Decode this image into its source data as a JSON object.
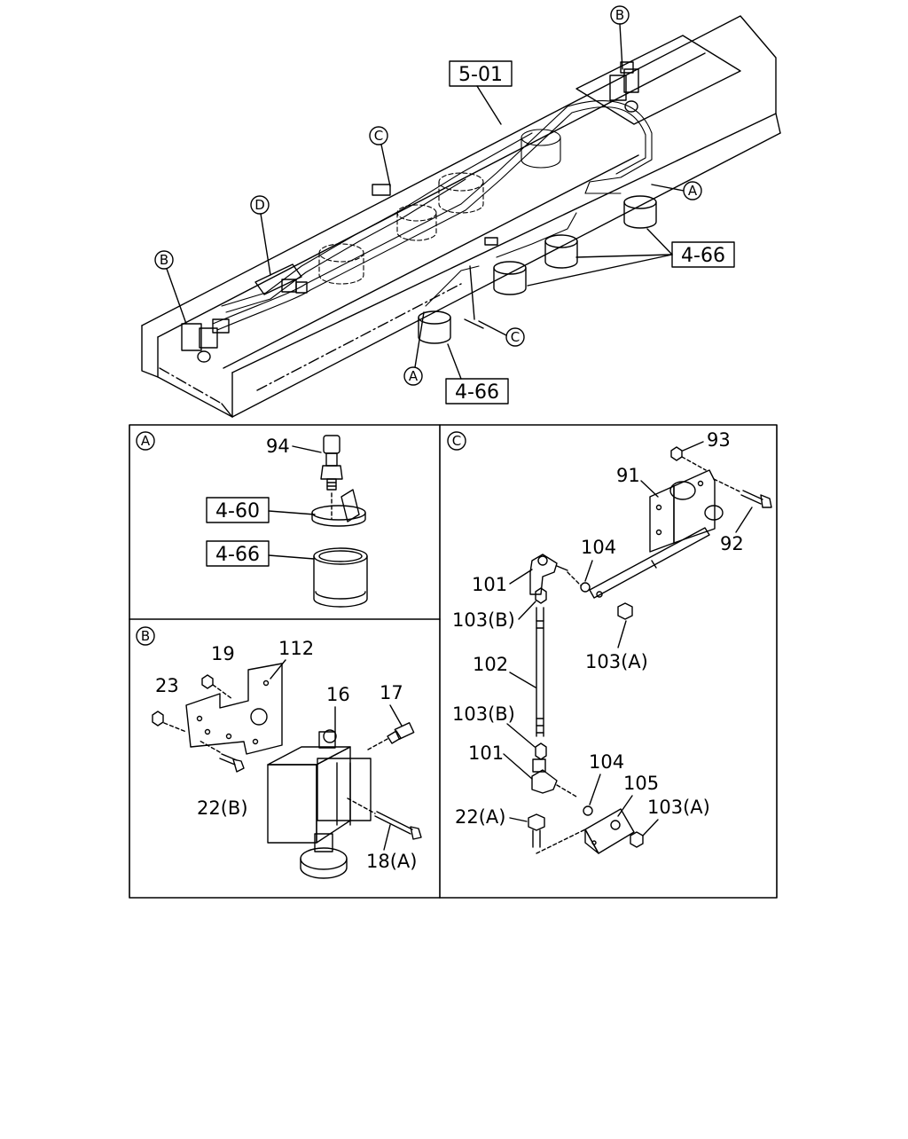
{
  "overview": {
    "ref_5_01": "5-01",
    "ref_4_66_right": "4-66",
    "ref_4_66_bottom": "4-66",
    "callout_b_top": "B",
    "callout_c_top": "C",
    "callout_d": "D",
    "callout_b_left": "B",
    "callout_a_right": "A",
    "callout_c_bottom": "C",
    "callout_a_bottom": "A"
  },
  "detail_a": {
    "letter": "A",
    "part_94": "94",
    "ref_4_60": "4-60",
    "ref_4_66": "4-66"
  },
  "detail_b": {
    "letter": "B",
    "part_19": "19",
    "part_112": "112",
    "part_23": "23",
    "part_16": "16",
    "part_17": "17",
    "part_22b": "22(B)",
    "part_18a": "18(A)"
  },
  "detail_c": {
    "letter": "C",
    "part_93": "93",
    "part_91": "91",
    "part_92": "92",
    "part_104_top": "104",
    "part_101_top": "101",
    "part_103b_top": "103(B)",
    "part_103a_top": "103(A)",
    "part_102": "102",
    "part_103b_bottom": "103(B)",
    "part_101_bottom": "101",
    "part_104_bottom": "104",
    "part_105": "105",
    "part_22a": "22(A)",
    "part_103a_bottom": "103(A)"
  }
}
